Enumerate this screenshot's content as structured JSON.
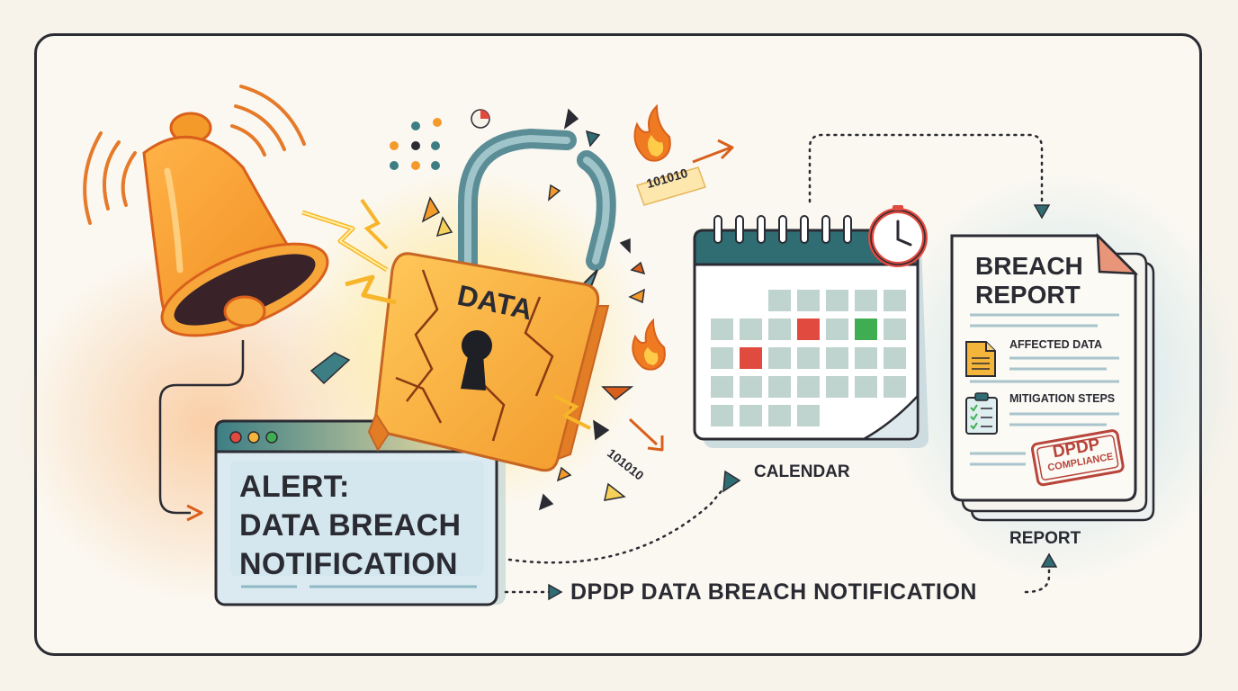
{
  "lock": {
    "label": "DATA"
  },
  "binary": {
    "top": "101010",
    "bottom": "101010"
  },
  "alert_window": {
    "line1": "ALERT:",
    "line2": "DATA BREACH",
    "line3": "NOTIFICATION"
  },
  "calendar": {
    "label": "CALENDAR"
  },
  "report": {
    "title_line1": "BREACH",
    "title_line2": "REPORT",
    "item1": "AFFECTED DATA",
    "item2": "MITIGATION STEPS",
    "stamp_line1": "DPDP",
    "stamp_line2": "COMPLIANCE",
    "label": "REPORT"
  },
  "flow_caption": "DPDP DATA BREACH NOTIFICATION",
  "colors": {
    "orange": "#f39a2b",
    "dark_orange": "#d9601c",
    "teal": "#2f6d73",
    "red": "#e04a3f",
    "green": "#3fae53",
    "ink": "#2b2b33"
  }
}
